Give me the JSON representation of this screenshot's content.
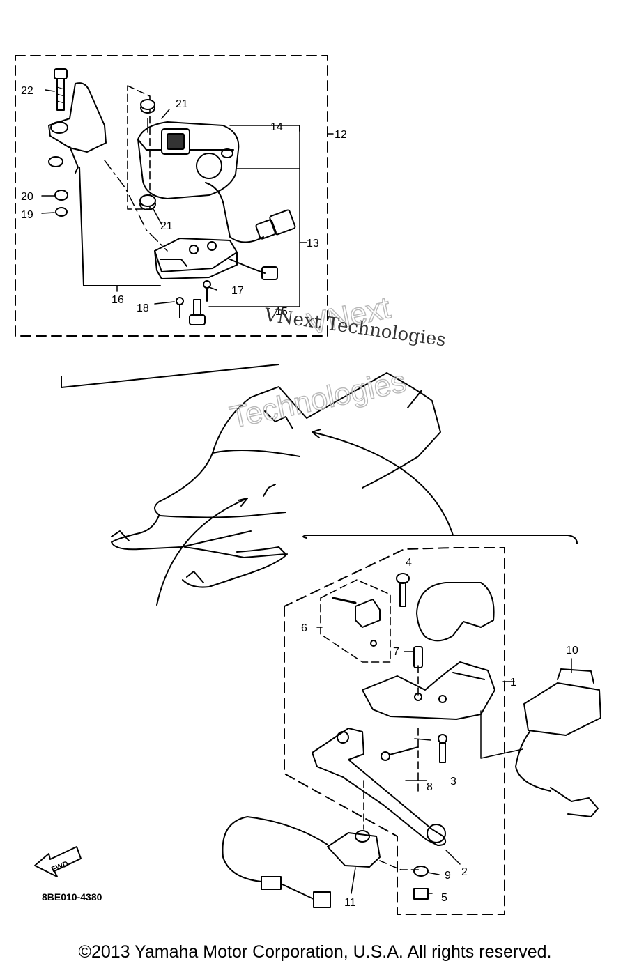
{
  "diagram": {
    "callouts": {
      "c1": "1",
      "c2": "2",
      "c3": "3",
      "c4": "4",
      "c5": "5",
      "c6": "6",
      "c7": "7",
      "c8": "8",
      "c9": "9",
      "c10": "10",
      "c11": "11",
      "c12": "12",
      "c13": "13",
      "c14": "14",
      "c15": "15",
      "c16": "16",
      "c17": "17",
      "c18": "18",
      "c19": "19",
      "c20": "20",
      "c21a": "21",
      "c21b": "21",
      "c22": "22"
    },
    "fwd_label": "FWD",
    "part_code": "8BE010-4380"
  },
  "watermark": {
    "outline_line1": "VNext",
    "outline_line2": "Technologies",
    "text": "VNext Technologies"
  },
  "footer": {
    "copyright": "©2013 Yamaha Motor Corporation, U.S.A. All rights reserved."
  }
}
